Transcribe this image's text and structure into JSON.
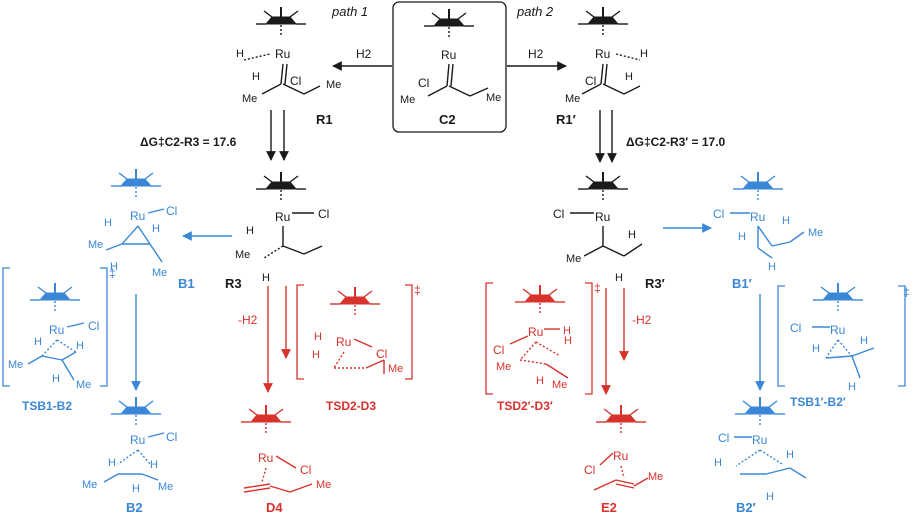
{
  "colors": {
    "black": "#1a1a1a",
    "blue": "#3a87d8",
    "red": "#d8322c"
  },
  "paths": {
    "path1": "path 1",
    "path2": "path 2"
  },
  "reagents": {
    "h2_left": "H2",
    "h2_right": "H2",
    "minus_h2_left": "-H2",
    "minus_h2_right": "-H2"
  },
  "energies": {
    "left": "ΔG‡C2-R3 = 17.6",
    "right": "ΔG‡C2-R3′ = 17.0"
  },
  "atoms": {
    "ru": "Ru",
    "cl": "Cl",
    "h": "H",
    "me": "Me"
  },
  "dagger": "‡",
  "compounds": {
    "C2": "C2",
    "R1": "R1",
    "R1p": "R1′",
    "R3": "R3",
    "R3p": "R3′",
    "B1": "B1",
    "B2": "B2",
    "B1p": "B1′",
    "B2p": "B2′",
    "D4": "D4",
    "E2": "E2",
    "TS_B1B2": "TSB1-B2",
    "TS_D2D3": "TSD2-D3",
    "TS_D2pD3p": "TSD2′-D3′",
    "TS_B1pB2p": "TSB1′-B2′"
  }
}
